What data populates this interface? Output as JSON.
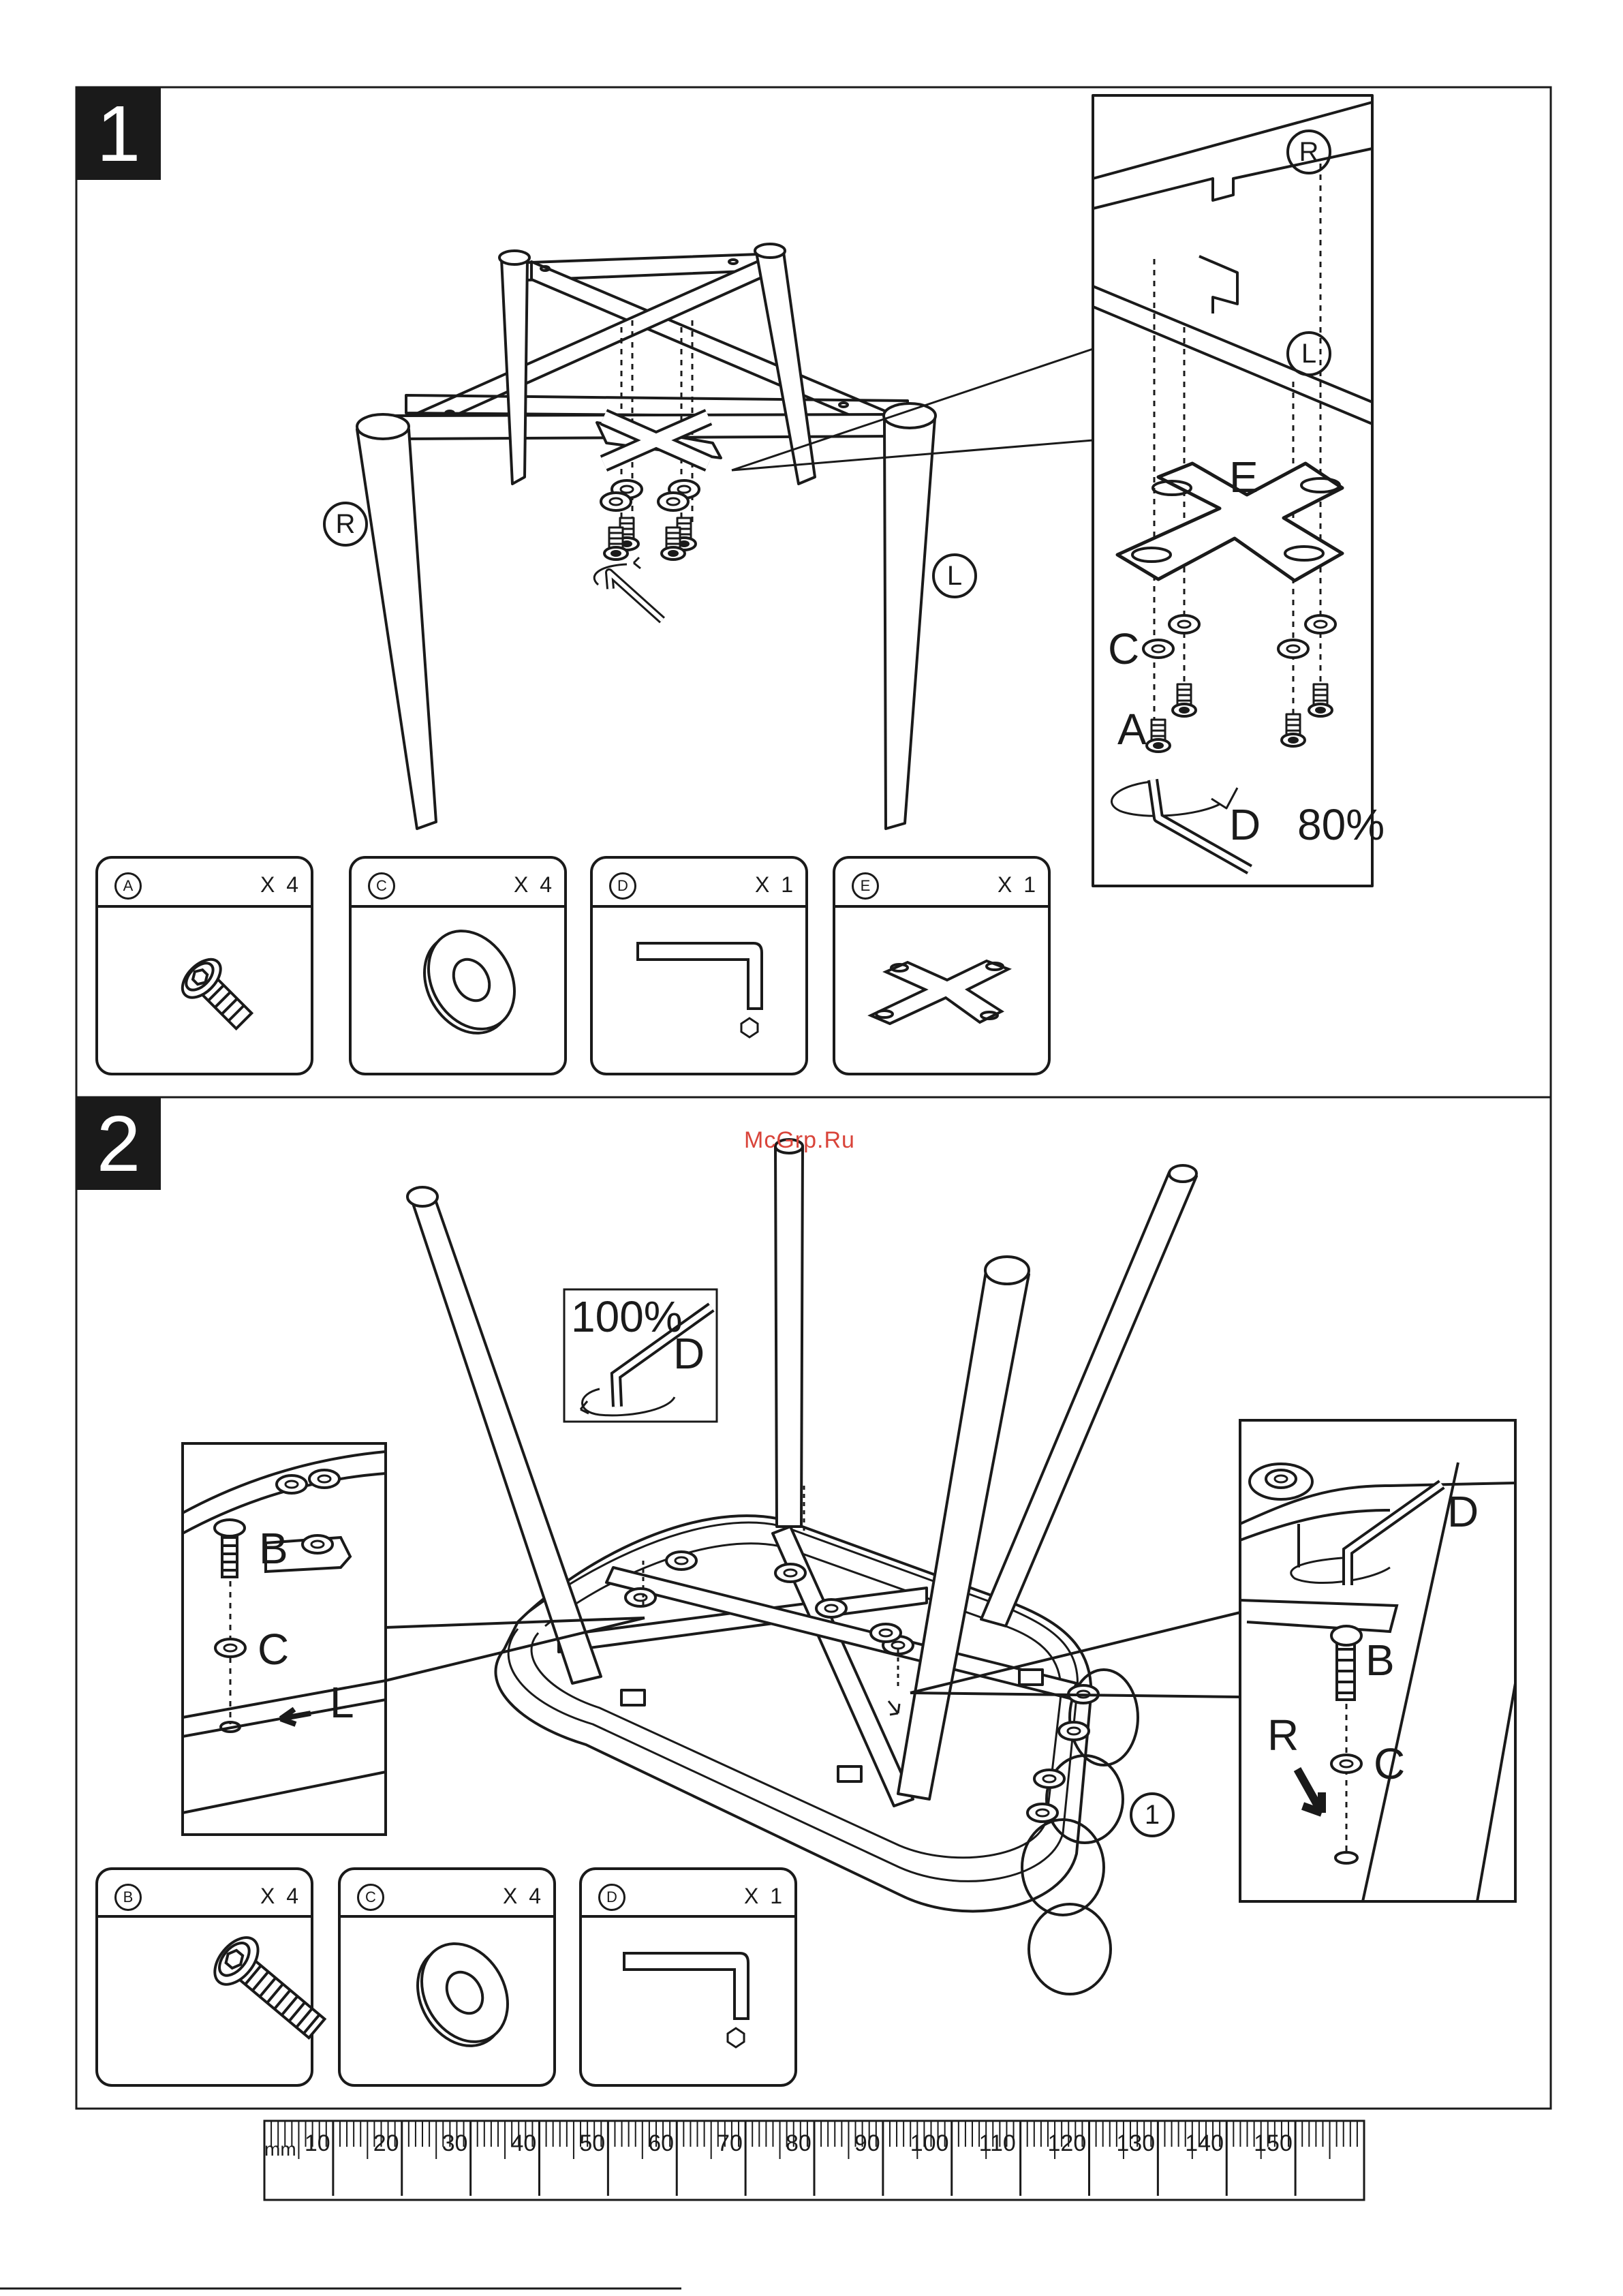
{
  "steps": [
    {
      "number": "1"
    },
    {
      "number": "2"
    }
  ],
  "step1": {
    "labels": {
      "r": "R",
      "l": "L",
      "detail_e": "E",
      "detail_c": "C",
      "detail_a": "A",
      "detail_d": "D",
      "tighten": "80%"
    },
    "parts": [
      {
        "letter": "A",
        "qty": "X 4",
        "icon": "bolt-icon"
      },
      {
        "letter": "C",
        "qty": "X 4",
        "icon": "washer-icon"
      },
      {
        "letter": "D",
        "qty": "X 1",
        "icon": "hex-key-icon"
      },
      {
        "letter": "E",
        "qty": "X 1",
        "icon": "cross-plate-icon"
      }
    ]
  },
  "step2": {
    "labels": {
      "tighten": "100%",
      "key_d": "D",
      "left_b": "B",
      "left_c": "C",
      "left_l": "L",
      "right_d": "D",
      "right_b": "B",
      "right_r": "R",
      "right_c": "C",
      "seat": "1"
    },
    "parts": [
      {
        "letter": "B",
        "qty": "X 4",
        "icon": "bolt-icon"
      },
      {
        "letter": "C",
        "qty": "X 4",
        "icon": "washer-icon"
      },
      {
        "letter": "D",
        "qty": "X 1",
        "icon": "hex-key-icon"
      }
    ]
  },
  "watermark": "McGrp.Ru",
  "ruler": {
    "unit": "mm",
    "ticks": [
      "10",
      "20",
      "30",
      "40",
      "50",
      "60",
      "70",
      "80",
      "90",
      "100",
      "110",
      "120",
      "130",
      "140",
      "150"
    ]
  }
}
